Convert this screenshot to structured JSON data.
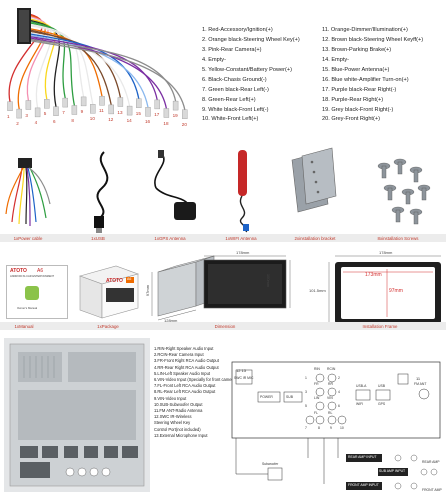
{
  "pin_list_left": [
    "1. Red-Accessory/Ignition(+)",
    "2. Orange black-Steering Wheel Key(+)",
    "3. Pink-Rear Camera(+)",
    "4. Empty-",
    "5. Yellow-Constant/Battery Power(+)",
    "6. Black-Chasis Ground(-)",
    "7. Green black-Rear Left(-)",
    "8. Green-Rear Left(+)",
    "9. White black-Front Left(-)",
    "10. White-Front Left(+)"
  ],
  "pin_list_right": [
    "11. Orange-Dimmer/Illumination(+)",
    "12. Brown black-Steering Wheel Keyff(+)",
    "13. Brown-Parking Brake(+)",
    "14. Empty-",
    "15. Blue-Power Antenna(+)",
    "16. Blue white-Amplifier Turn-on(+)",
    "17. Purple black-Rear Right(-)",
    "18. Purple-Rear Right(+)",
    "19. Grey black-Front Right(-)",
    "20. Grey-Front Right(+)"
  ],
  "harness_pin_numbers": [
    "1",
    "2",
    "3",
    "4",
    "5",
    "6",
    "7",
    "8",
    "9",
    "10",
    "11",
    "12",
    "13",
    "14",
    "15",
    "16",
    "17",
    "18",
    "19",
    "20"
  ],
  "accessory_captions": [
    "1xPower cable",
    "1xUSB",
    "1xGPS Antenna",
    "1xWIFI Antenna",
    "2xinstallation bracket",
    "8xinstallation Screws"
  ],
  "product_captions": [
    "1xManual",
    "1xPackage",
    "Dimension",
    "Installation Frame"
  ],
  "manual": {
    "brand": "ATOTO",
    "model": "A6",
    "title": "ANDROID IN-CAR ENTERTAINMENT",
    "subtitle": "Owner's Manual"
  },
  "package": {
    "brand": "ATOTO",
    "model": "A6"
  },
  "dimensions": {
    "unit_width": "178mm",
    "unit_height": "100mm",
    "depth": "128mm",
    "side_height": "97mm",
    "frame_width": "178mm",
    "frame_height": "101.5mm",
    "frame_inner_width": "173mm",
    "frame_inner_height": "97mm"
  },
  "rear_legend": [
    "1.RIN-Right Speaker Audio Input",
    "2.RCIN-Rear Camera Input",
    "3.FR-Front Right RCA Audio Output",
    "4.RR-Rear Right RCA Audio Output",
    "5.LIN-Left Speaker Audio Input",
    "6.VIN-Video Input (Specially for front camera)",
    "7.FL-Front Left RCA Audio Output",
    "8.RL-Rear Left RCA Audio Output",
    "9.VIN-Video Input",
    "10.SUB-Subwoofer Output",
    "11.FM ANT-Radio Antenna",
    "12.SWC IR-Wireless",
    "   Steering Wheel Key",
    "   Control Port(not included)",
    "13.External Microphone Input"
  ],
  "panel_labels": {
    "swc_ir": "12 13",
    "swc_ir_sub": "SWC IR MIC",
    "power": "POWER",
    "sub": "SUB",
    "rin": "RIN",
    "rcin": "RCIN",
    "lin": "LIN",
    "vin": "VIN",
    "fr": "FR",
    "rr": "RR",
    "fl": "FL",
    "rl": "RL",
    "usb_a": "USB-A",
    "usb_b": "USB",
    "wifi": "WIFI",
    "gps": "GPS",
    "fm_ant": "FM ANT",
    "num_11": "11",
    "pin1": "1",
    "pin2": "2",
    "pin3": "3",
    "pin4": "4",
    "pin5": "5",
    "pin6": "6",
    "pin7": "7",
    "pin8": "8",
    "pin9": "9",
    "pin10": "10",
    "subwoofer": "Subwoofer",
    "rear_amp_input": "REAR AMP INPUT",
    "front_amp_input": "FRONT AMP INPUT",
    "rear_amp": "REAR AMP",
    "front_amp": "FRONT AMP",
    "sub_amp_input": "SUB AMP INPUT"
  },
  "colors": {
    "red": "#d32f2f",
    "orange": "#ef6c00",
    "pink": "#f48fb1",
    "yellow": "#f9d71c",
    "black": "#222222",
    "green": "#2e9e41",
    "white": "#e9e9e9",
    "brown": "#7b4a2b",
    "blue": "#1e63c7",
    "lightblue": "#8ab8ee",
    "purple": "#7b2fa3",
    "grey": "#8c8c8c",
    "caption": "#c0392b",
    "bar": "#ececec"
  }
}
